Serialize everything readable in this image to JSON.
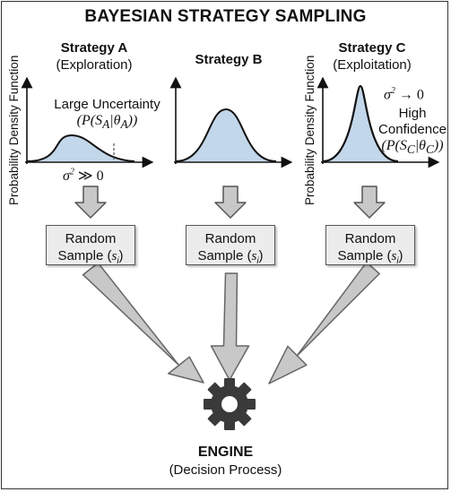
{
  "title": "BAYESIAN STRATEGY SAMPLING",
  "y_axis_label": "Probability Density Function",
  "strategies": [
    {
      "name": "Strategy A",
      "subtitle": "(Exploration)",
      "note_line1": "Large Uncertainty",
      "note_formula": "(P(S_A|θ_A))",
      "variance_label": "σ² ≫ 0"
    },
    {
      "name": "Strategy B"
    },
    {
      "name": "Strategy C",
      "subtitle": "(Exploitation)",
      "variance_label": "σ² → 0",
      "note_line1": "High",
      "note_line2": "Confidence",
      "note_formula": "(P(S_C|θ_C))"
    }
  ],
  "sample_box": {
    "line1": "Random",
    "line2": "Sample (s_i)"
  },
  "engine": {
    "title": "ENGINE",
    "subtitle": "(Decision Process)"
  },
  "colors": {
    "curve_fill": "#c3d7ea",
    "arrow_fill": "#c8c8c8",
    "box_fill": "#ececec",
    "gear": "#3a3a3a"
  },
  "icons": [
    "gear-icon"
  ]
}
